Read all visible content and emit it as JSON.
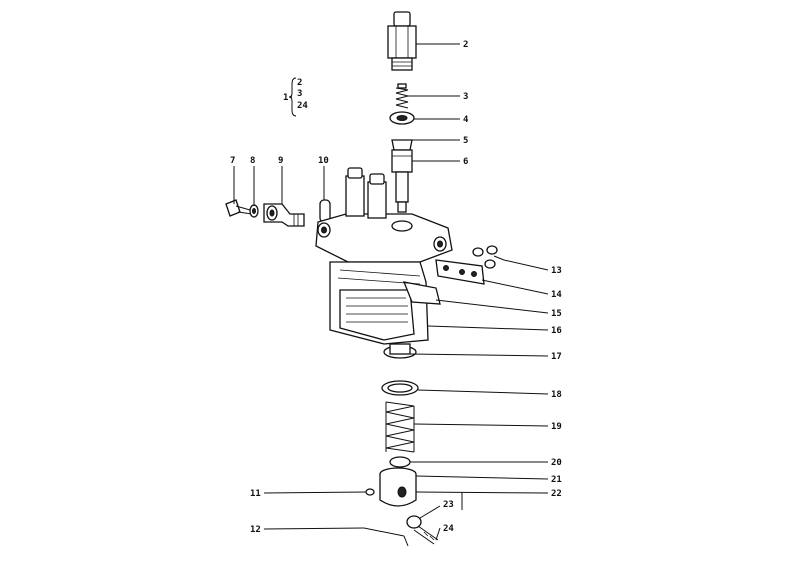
{
  "group_note": {
    "main": "1",
    "items": [
      "2",
      "3",
      "24"
    ]
  },
  "callouts": {
    "c2": "2",
    "c3": "3",
    "c4": "4",
    "c5": "5",
    "c6": "6",
    "c7": "7",
    "c8": "8",
    "c9": "9",
    "c10": "10",
    "c11": "11",
    "c12": "12",
    "c13": "13",
    "c14": "14",
    "c15": "15",
    "c16": "16",
    "c17": "17",
    "c18": "18",
    "c19": "19",
    "c20": "20",
    "c21": "21",
    "c22": "22",
    "c23": "23",
    "c24": "24"
  }
}
